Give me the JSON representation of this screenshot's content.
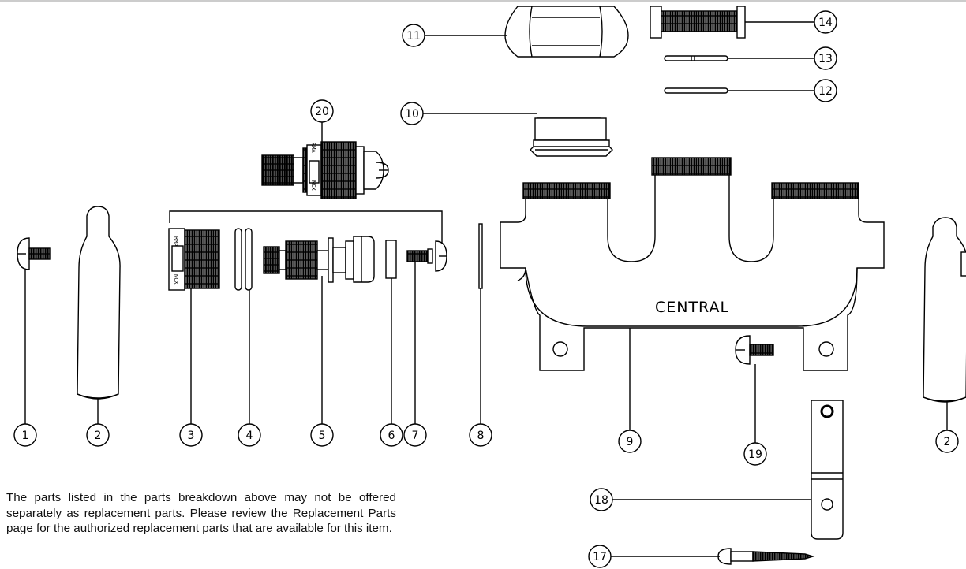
{
  "diagram": {
    "callouts": {
      "p1": "1",
      "p2": "2",
      "p3": "3",
      "p4": "4",
      "p5": "5",
      "p6": "6",
      "p7": "7",
      "p8": "8",
      "p9": "9",
      "p10": "10",
      "p11": "11",
      "p12": "12",
      "p13": "13",
      "p14": "14",
      "p17": "17",
      "p18": "18",
      "p19": "19",
      "p20": "20"
    },
    "body_brand": "CENTRAL",
    "stem_marks": {
      "top": "RMA",
      "bottom": "NCX"
    }
  },
  "disclaimer": "The parts listed in the parts breakdown above may not be offered separately as replacement parts. Please review the Replacement Parts page for the authorized replacement parts that are available for this item."
}
